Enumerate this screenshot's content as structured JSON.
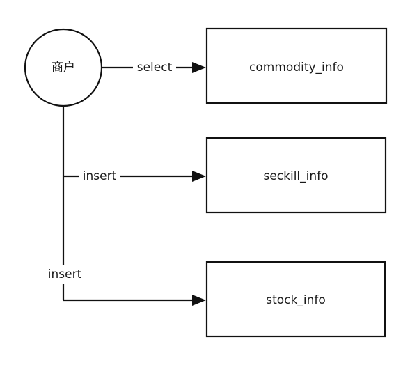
{
  "diagram": {
    "actor": {
      "label": "商户"
    },
    "entities": {
      "commodity": "commodity_info",
      "seckill": "seckill_info",
      "stock": "stock_info"
    },
    "edges": {
      "select": "select",
      "insert_seckill": "insert",
      "insert_stock": "insert"
    }
  }
}
